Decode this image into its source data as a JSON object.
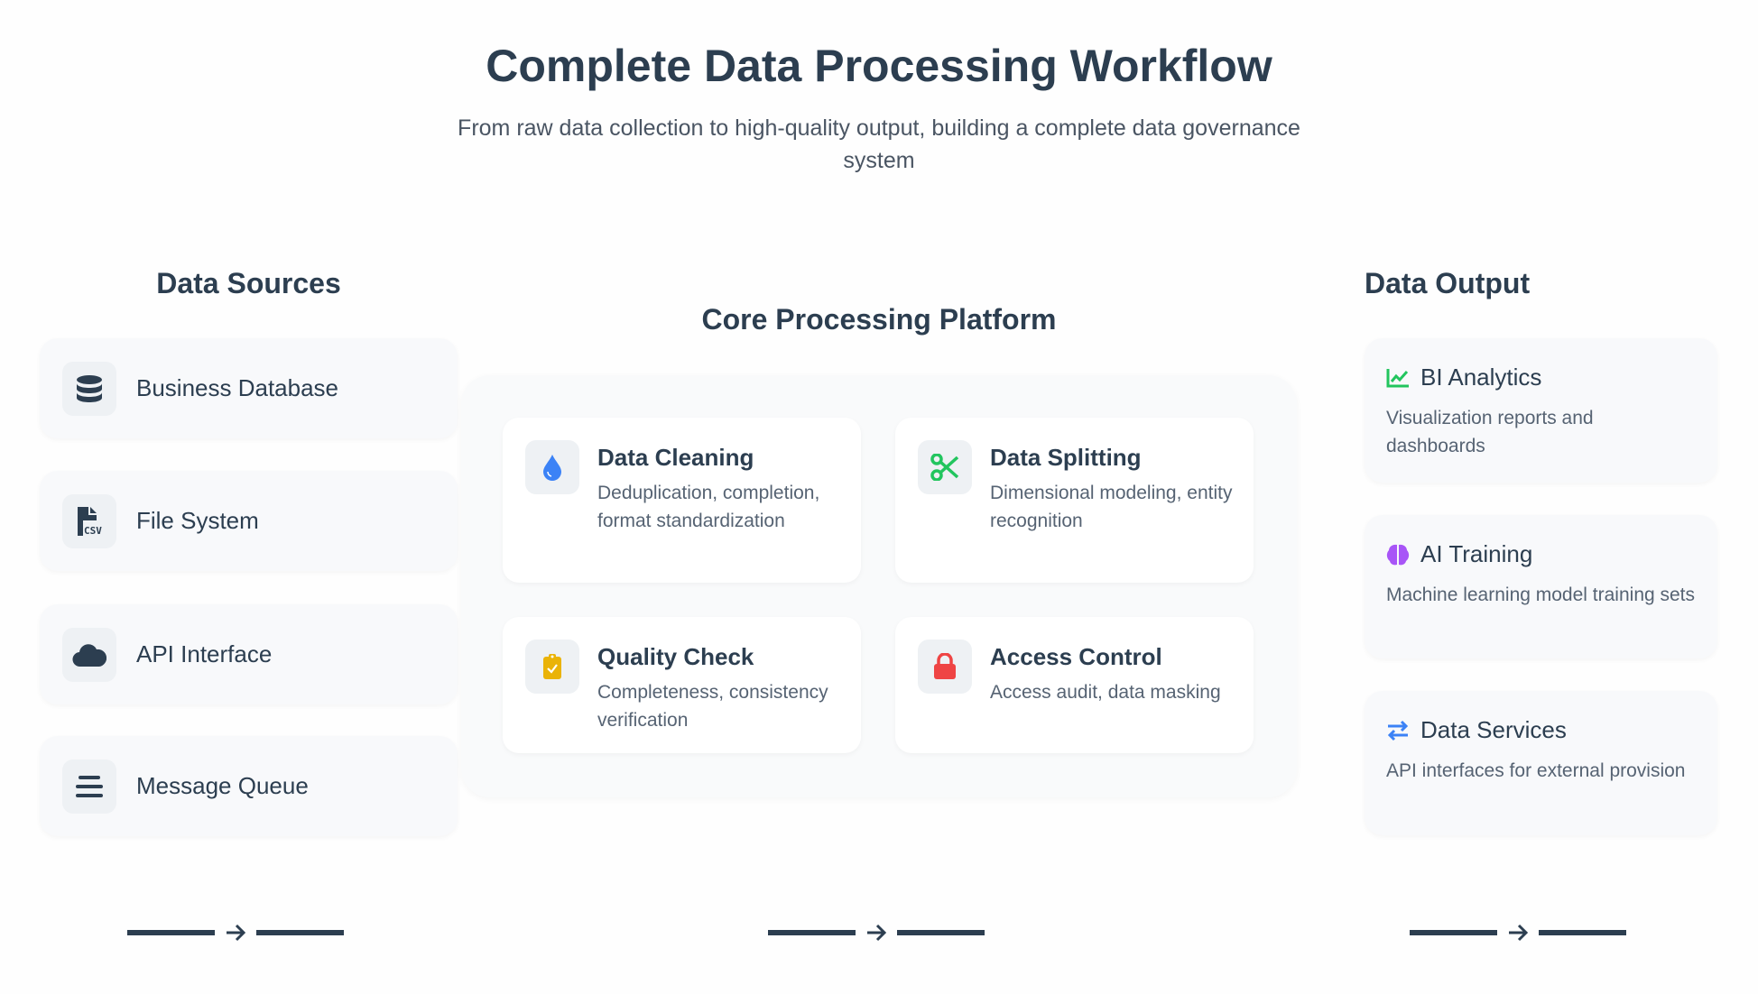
{
  "header": {
    "title": "Complete Data Processing Workflow",
    "subtitle": "From raw data collection to high-quality output, building a complete data governance system"
  },
  "sources": {
    "heading": "Data Sources",
    "items": [
      {
        "label": "Business Database",
        "icon": "database-icon"
      },
      {
        "label": "File System",
        "icon": "csv-file-icon"
      },
      {
        "label": "API Interface",
        "icon": "cloud-icon"
      },
      {
        "label": "Message Queue",
        "icon": "bars-icon"
      }
    ]
  },
  "core": {
    "heading": "Core Processing Platform",
    "items": [
      {
        "title": "Data Cleaning",
        "desc": "Deduplication, completion, format standardization",
        "icon": "droplet-icon",
        "color": "#3b82f6"
      },
      {
        "title": "Data Splitting",
        "desc": "Dimensional modeling, entity recognition",
        "icon": "scissors-icon",
        "color": "#22c55e"
      },
      {
        "title": "Quality Check",
        "desc": "Completeness, consistency verification",
        "icon": "clipboard-check-icon",
        "color": "#eab308"
      },
      {
        "title": "Access Control",
        "desc": "Access audit, data masking",
        "icon": "lock-icon",
        "color": "#ef4444"
      }
    ]
  },
  "output": {
    "heading": "Data Output",
    "items": [
      {
        "title": "BI Analytics",
        "desc": "Visualization reports and dashboards",
        "icon": "chart-line-icon",
        "color": "#22c55e"
      },
      {
        "title": "AI Training",
        "desc": "Machine learning model training sets",
        "icon": "brain-icon",
        "color": "#a855f7"
      },
      {
        "title": "Data Services",
        "desc": "API interfaces for external provision",
        "icon": "exchange-icon",
        "color": "#3b82f6"
      }
    ]
  }
}
